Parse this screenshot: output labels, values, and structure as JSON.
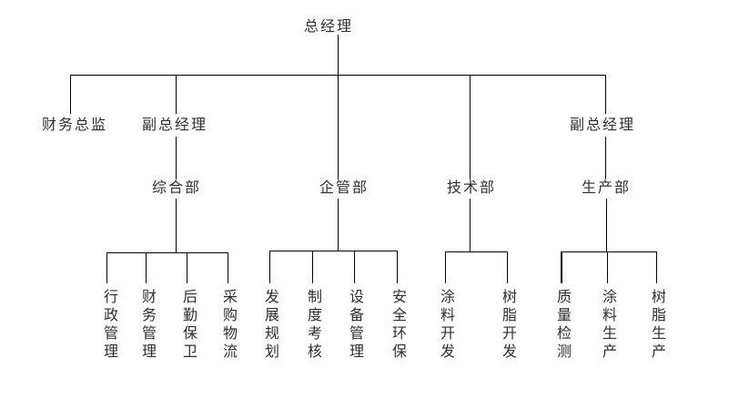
{
  "page": {
    "background_color": "#ffffff",
    "line_color": "#000000",
    "text_color": "#2f2f2f"
  },
  "org_chart": {
    "root": {
      "label": "总经理"
    },
    "executives": [
      {
        "label": "财务总监"
      },
      {
        "label": "副总经理"
      },
      {
        "label": "副总经理"
      }
    ],
    "departments": [
      {
        "label": "综合部",
        "children": [
          {
            "label": "行政管理"
          },
          {
            "label": "财务管理"
          },
          {
            "label": "后勤保卫"
          },
          {
            "label": "采购物流"
          }
        ]
      },
      {
        "label": "企管部",
        "children": [
          {
            "label": "发展规划"
          },
          {
            "label": "制度考核"
          },
          {
            "label": "设备管理"
          },
          {
            "label": "安全环保"
          }
        ]
      },
      {
        "label": "技术部",
        "children": [
          {
            "label": "涂料开发"
          },
          {
            "label": "树脂开发"
          }
        ]
      },
      {
        "label": "生产部",
        "children": [
          {
            "label": "质量检测"
          },
          {
            "label": "涂料生产"
          },
          {
            "label": "树脂生产"
          }
        ]
      }
    ]
  }
}
